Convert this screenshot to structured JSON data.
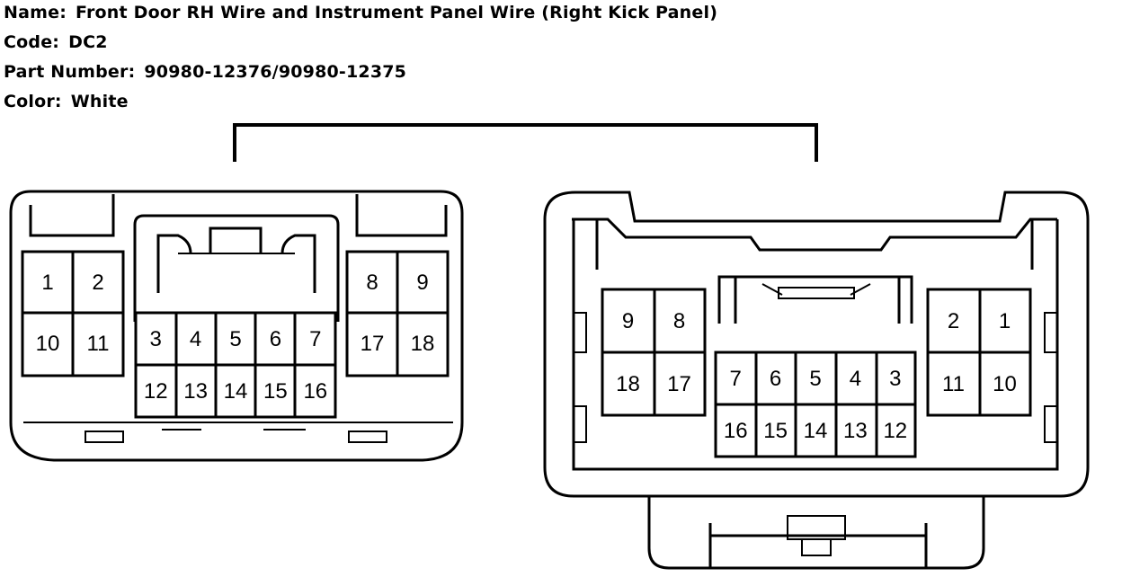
{
  "header": {
    "name_label": "Name:",
    "name_value": "Front Door RH Wire and Instrument Panel Wire (Right Kick Panel)",
    "code_label": "Code:",
    "code_value": "DC2",
    "part_label": "Part Number:",
    "part_value": "90980-12376/90980-12375",
    "color_label": "Color:",
    "color_value": "White"
  },
  "connector_left": {
    "pins_left_block": [
      "1",
      "2",
      "10",
      "11"
    ],
    "pins_center_block": [
      "3",
      "4",
      "5",
      "6",
      "7",
      "12",
      "13",
      "14",
      "15",
      "16"
    ],
    "pins_right_block": [
      "8",
      "9",
      "17",
      "18"
    ]
  },
  "connector_right": {
    "pins_left_block": [
      "9",
      "8",
      "18",
      "17"
    ],
    "pins_center_block": [
      "7",
      "6",
      "5",
      "4",
      "3",
      "16",
      "15",
      "14",
      "13",
      "12"
    ],
    "pins_right_block": [
      "2",
      "1",
      "11",
      "10"
    ]
  },
  "colors": {
    "line": "#000000",
    "background": "#ffffff"
  }
}
